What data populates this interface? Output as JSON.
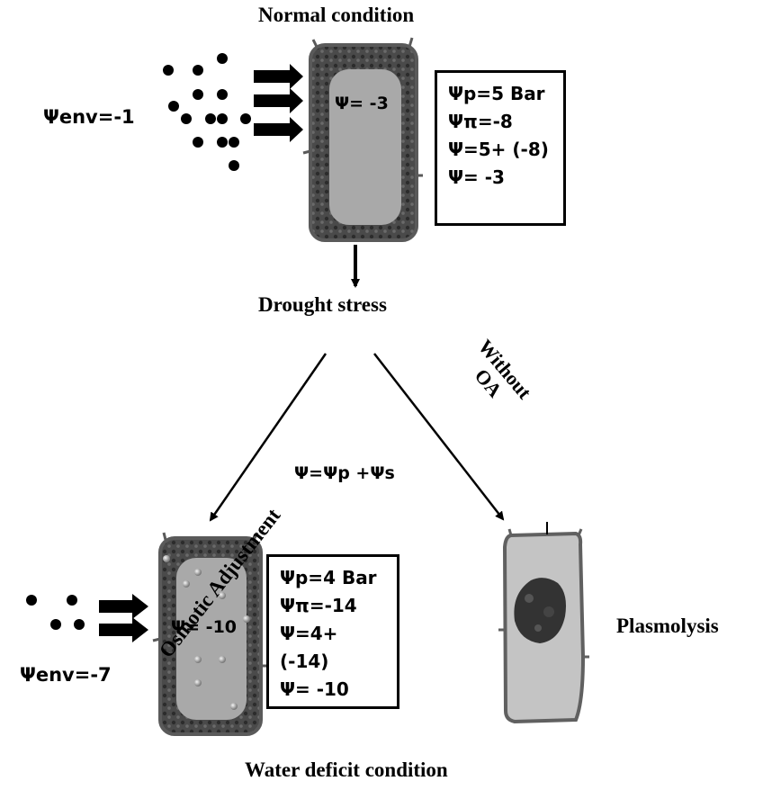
{
  "titles": {
    "normal": "Normal condition",
    "drought": "Drought stress",
    "deficit": "Water deficit condition"
  },
  "branches": {
    "left": "Osmotic Adjustment",
    "right_line1": "Without",
    "right_line2": "OA"
  },
  "formula": "Ψ=Ψp +Ψs",
  "normal_cell": {
    "env_label": "Ψenv=-1",
    "cell_psi": "Ψ= -3",
    "box": [
      "Ψp=5 Bar",
      "Ψπ=-8",
      "Ψ=5+ (-8)",
      "Ψ= -3"
    ]
  },
  "deficit_cell": {
    "env_label": "Ψenv=-7",
    "cell_psi": "Ψ= -10",
    "box": [
      "Ψp=4 Bar",
      "Ψπ=-14",
      "Ψ=4+ (-14)",
      "Ψ= -10"
    ]
  },
  "plasmolysis_label": "Plasmolysis",
  "colors": {
    "cell_wall": "#5a5a5a",
    "cytoplasm": "#3e3e3e",
    "vacuole": "#a9a9a9",
    "plasmolysed_fill": "#c4c4c4",
    "nucleus": "#333333"
  }
}
